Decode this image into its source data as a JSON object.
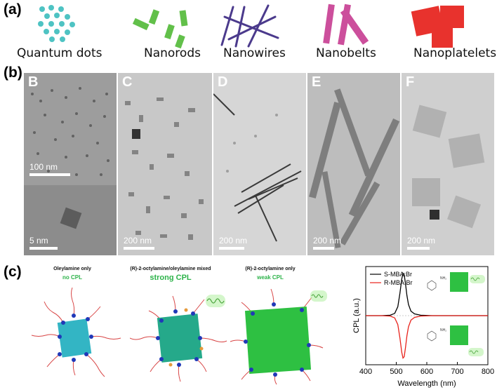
{
  "panel_a": {
    "label": "(a)",
    "shapes": [
      {
        "name": "Quantum dots",
        "color": "#4ec3c3"
      },
      {
        "name": "Nanorods",
        "color": "#62c04a"
      },
      {
        "name": "Nanowires",
        "color": "#4b3a8c"
      },
      {
        "name": "Nanobelts",
        "color": "#cc4f9c"
      },
      {
        "name": "Nanoplatelets",
        "color": "#e8322d"
      }
    ]
  },
  "panel_b": {
    "label": "(b)",
    "images": [
      {
        "letter": "B",
        "scale": "100 nm",
        "inset_scale": "5 nm"
      },
      {
        "letter": "C",
        "scale": "200 nm"
      },
      {
        "letter": "D",
        "scale": "200 nm"
      },
      {
        "letter": "E",
        "scale": "200 nm"
      },
      {
        "letter": "F",
        "scale": "200 nm"
      }
    ]
  },
  "panel_c": {
    "label": "(c)",
    "nanoparticles": [
      {
        "title": "Oleylamine only",
        "subtitle": "no CPL"
      },
      {
        "title": "(R)-2-octylamine/oleylamine mixed",
        "subtitle": "strong CPL"
      },
      {
        "title": "(R)-2-octylamine only",
        "subtitle": "weak CPL"
      }
    ]
  },
  "chart_data": {
    "type": "line",
    "xlabel": "Wavelength (nm)",
    "ylabel": "CPL (a.u.)",
    "xlim": [
      400,
      800
    ],
    "xticks": [
      400,
      500,
      600,
      700,
      800
    ],
    "legend_position": "top-left",
    "series": [
      {
        "name": "S-MBA:Br",
        "color": "#000000",
        "x": [
          400,
          450,
          480,
          495,
          505,
          512,
          518,
          522,
          526,
          530,
          535,
          540,
          548,
          560,
          580,
          620,
          700,
          800
        ],
        "y": [
          0,
          0,
          0.01,
          0.05,
          0.2,
          0.5,
          0.82,
          0.95,
          0.92,
          0.72,
          0.45,
          0.25,
          0.1,
          0.04,
          0.01,
          0,
          0,
          0
        ]
      },
      {
        "name": "R-MBA:Br",
        "color": "#e8221b",
        "x": [
          400,
          450,
          480,
          495,
          505,
          512,
          518,
          522,
          526,
          530,
          535,
          540,
          548,
          560,
          580,
          620,
          700,
          800
        ],
        "y": [
          0,
          0,
          -0.01,
          -0.05,
          -0.2,
          -0.5,
          -0.82,
          -0.95,
          -0.92,
          -0.72,
          -0.45,
          -0.25,
          -0.1,
          -0.04,
          -0.01,
          0,
          0,
          0
        ]
      }
    ]
  }
}
